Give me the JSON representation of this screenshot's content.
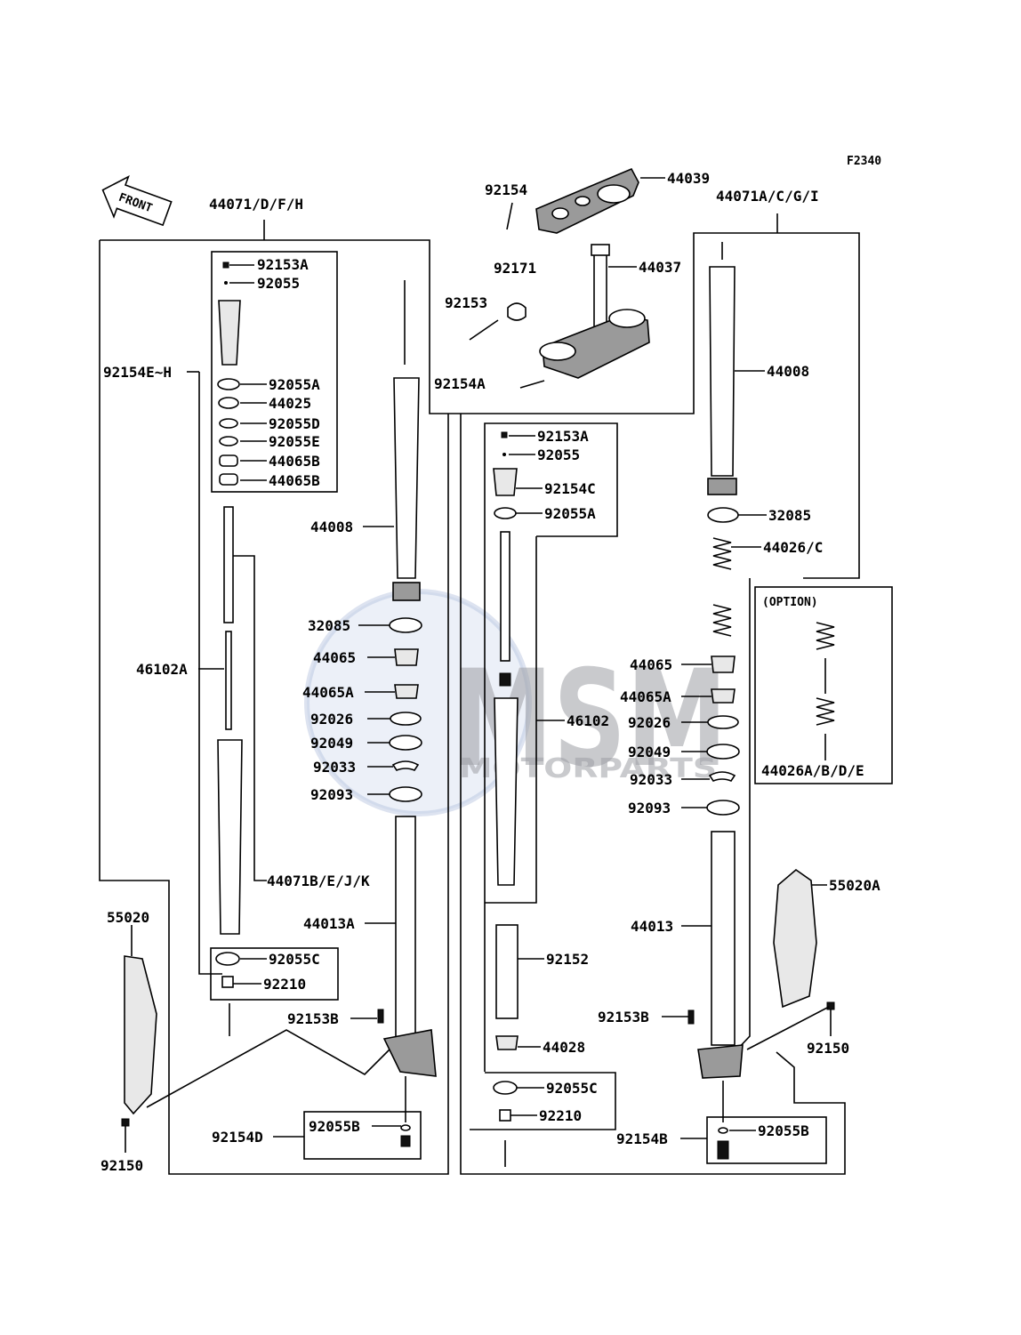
{
  "figure_code": "F2340",
  "front_arrow": "FRONT",
  "watermark": {
    "brand": "MSM",
    "sub": "MOTORPARTS"
  },
  "labels": {
    "l44039": "44039",
    "l92154_top": "92154",
    "l92171": "92171",
    "l44037": "44037",
    "l92153_clamp": "92153",
    "l92154A": "92154A",
    "l44071DFH": "44071/D/F/H",
    "l44071ACGI": "44071A/C/G/I",
    "l92153A_L": "92153A",
    "l92055_L": "92055",
    "l92154EH": "92154E~H",
    "l92055A_L": "92055A",
    "l44025": "44025",
    "l92055D": "92055D",
    "l92055E": "92055E",
    "l44065B_1": "44065B",
    "l44065B_2": "44065B",
    "l46102A": "46102A",
    "l44071BEJK": "44071B/E/J/K",
    "l44008_L": "44008",
    "l32085_L": "32085",
    "l44065_L": "44065",
    "l44065A_L": "44065A",
    "l92026_L": "92026",
    "l92049_L": "92049",
    "l92033_L": "92033",
    "l92093_L": "92093",
    "l44013A": "44013A",
    "l55020": "55020",
    "l92055C_L": "92055C",
    "l92210_L": "92210",
    "l92153B_L": "92153B",
    "l92154D": "92154D",
    "l92055B_L": "92055B",
    "l92150_L": "92150",
    "l92153A_R": "92153A",
    "l92055_R": "92055",
    "l92154C": "92154C",
    "l92055A_R": "92055A",
    "l46102": "46102",
    "l92152": "92152",
    "l44028": "44028",
    "l92055C_R": "92055C",
    "l92210_R": "92210",
    "l44008_R": "44008",
    "l32085_R": "32085",
    "l44026C": "44026/C",
    "l44065_R": "44065",
    "l44065A_R": "44065A",
    "l92026_R": "92026",
    "l92049_R": "92049",
    "l92033_R": "92033",
    "l92093_R": "92093",
    "l44013": "44013",
    "l92153B_R": "92153B",
    "l92154B": "92154B",
    "l92055B_R": "92055B",
    "l55020A": "55020A",
    "l92150_R": "92150",
    "option_title": "(OPTION)",
    "l44026ABDE": "44026A/B/D/E"
  }
}
